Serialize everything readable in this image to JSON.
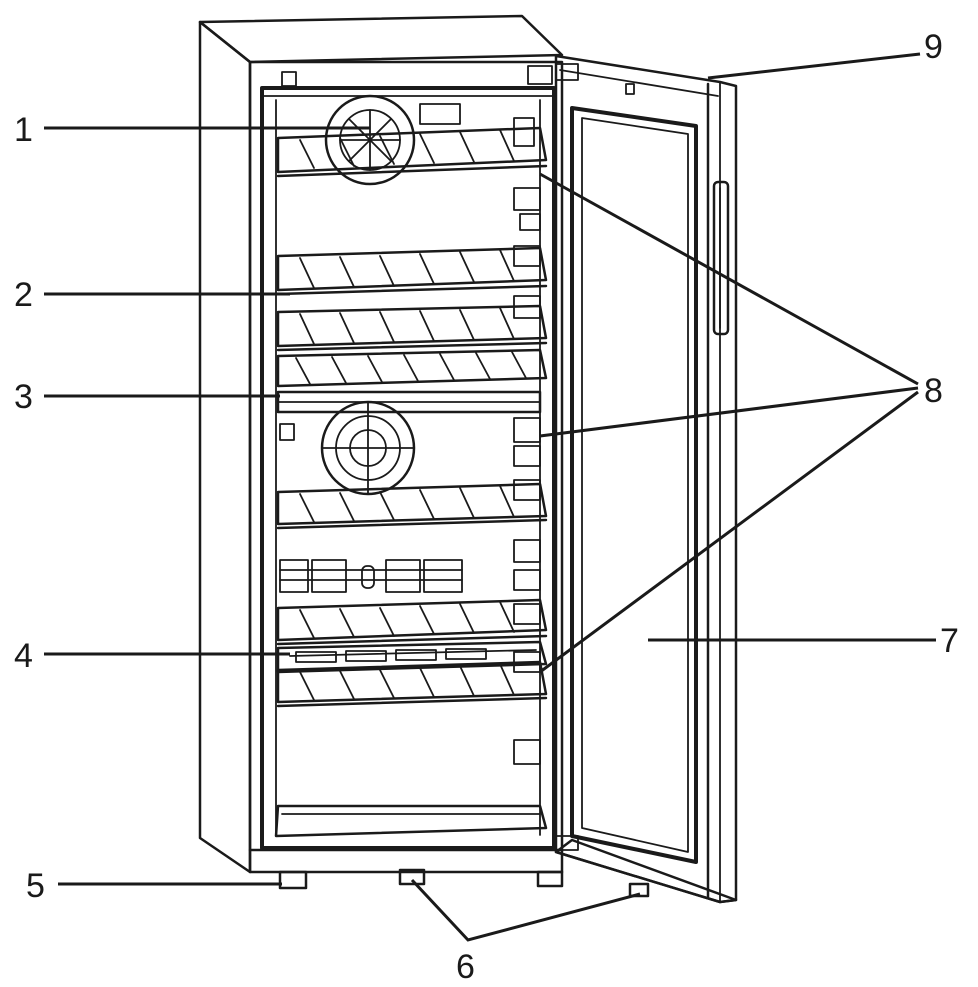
{
  "figure": {
    "subject": "wine cooler with glass door open",
    "callouts": [
      {
        "id": "1",
        "label": "1"
      },
      {
        "id": "2",
        "label": "2"
      },
      {
        "id": "3",
        "label": "3"
      },
      {
        "id": "4",
        "label": "4"
      },
      {
        "id": "5",
        "label": "5"
      },
      {
        "id": "6",
        "label": "6"
      },
      {
        "id": "7",
        "label": "7"
      },
      {
        "id": "8",
        "label": "8"
      },
      {
        "id": "9",
        "label": "9"
      }
    ],
    "colors": {
      "ink": "#1a1a1a",
      "background": "#ffffff"
    }
  }
}
